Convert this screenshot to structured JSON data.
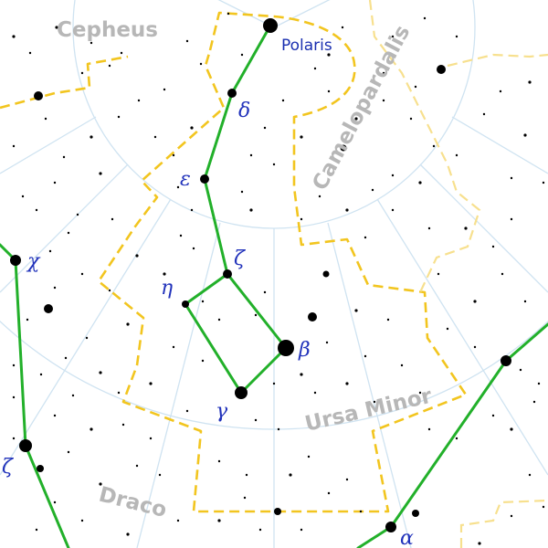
{
  "constellations": {
    "cepheus": "Cepheus",
    "camelopardalis": "Camelopardalis",
    "ursa_minor": "Ursa Minor",
    "draco": "Draco"
  },
  "stars": {
    "polaris": "Polaris",
    "delta": "δ",
    "epsilon": "ε",
    "zeta": "ζ",
    "eta": "η",
    "beta": "β",
    "gamma": "γ",
    "chi_dra": "χ",
    "zeta_dra": "ζ",
    "alpha_dra": "α"
  },
  "colors": {
    "stick_figure": "#22b02a",
    "boundary": "#f2c51f",
    "grid": "#cfe3f1",
    "star_label": "#2233bb",
    "constellation_label": "#b7b7b7"
  }
}
